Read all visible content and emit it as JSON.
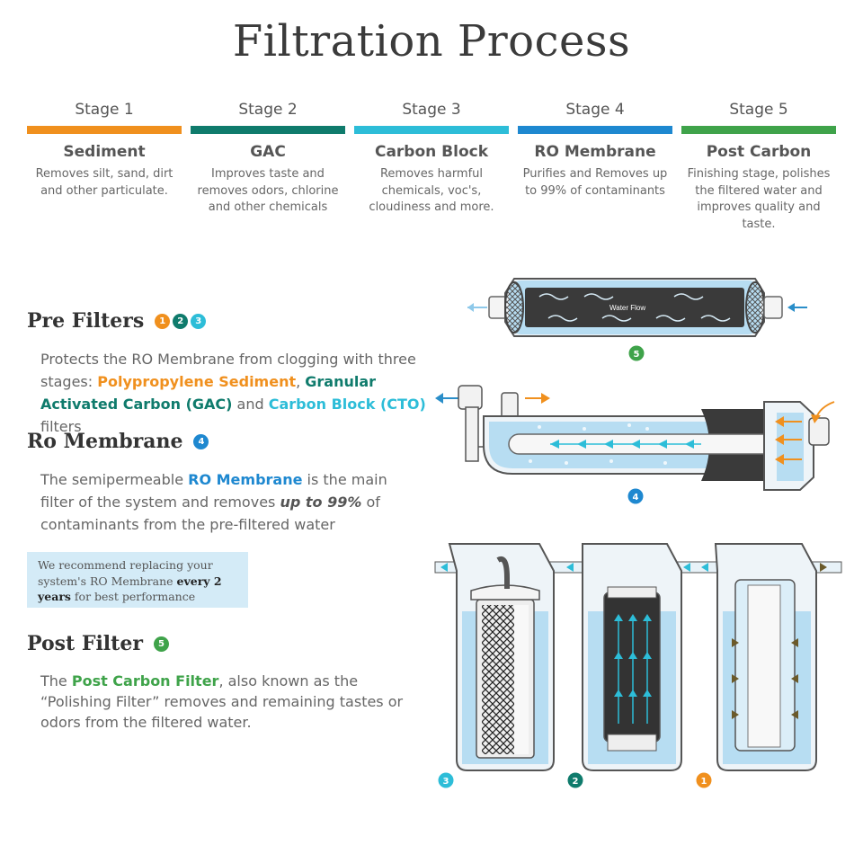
{
  "title": "Filtration Process",
  "colors": {
    "orange": "#f0901e",
    "teal": "#0f7b6c",
    "cyan": "#2dbdd8",
    "blue": "#1e88d0",
    "green": "#3fa34a",
    "tip_bg": "#d4ebf7"
  },
  "stages": [
    {
      "label": "Stage 1",
      "name": "Sediment",
      "desc": "Removes silt, sand, dirt and other particulate.",
      "color": "#f0901e"
    },
    {
      "label": "Stage 2",
      "name": "GAC",
      "desc": "Improves taste and removes odors, chlorine and other chemicals",
      "color": "#0f7b6c"
    },
    {
      "label": "Stage 3",
      "name": "Carbon Block",
      "desc": "Removes harmful chemicals, voc's, cloudiness and more.",
      "color": "#2dbdd8"
    },
    {
      "label": "Stage 4",
      "name": "RO Membrane",
      "desc": "Purifies and Removes up to 99% of contaminants",
      "color": "#1e88d0"
    },
    {
      "label": "Stage 5",
      "name": "Post Carbon",
      "desc": "Finishing stage, polishes the filtered water and improves quality and taste.",
      "color": "#3fa34a"
    }
  ],
  "pre_filters": {
    "title": "Pre Filters",
    "badges": [
      "1",
      "2",
      "3"
    ],
    "text_1": "Protects the RO Membrane from clogging with three stages: ",
    "hl_1": "Polypropylene Sediment",
    "text_2": ", ",
    "hl_2": "Granular Activated Carbon (GAC)",
    "text_3": " and ",
    "hl_3": "Carbon Block (CTO)",
    "text_4": " filters"
  },
  "ro_membrane": {
    "title": "Ro Membrane",
    "badge": "4",
    "text_1": "The semipermeable ",
    "hl_1": "RO Membrane",
    "text_2": " is the main filter of the system and removes ",
    "em_1": "up to 99%",
    "text_3": " of contaminants from the pre-filtered water"
  },
  "tip": {
    "text_1": "We recommend replacing your system's RO Membrane ",
    "bold": "every 2 years",
    "text_2": " for best performance"
  },
  "post_filter": {
    "title": "Post Filter",
    "badge": "5",
    "text_1": "The ",
    "hl_1": "Post Carbon Filter",
    "text_2": ", also known as the “Polishing Filter” removes and remaining tastes or odors from the filtered water."
  },
  "diagram": {
    "water_flow_label": "Water Flow",
    "post_badge": "5",
    "ro_badge": "4",
    "canister_badges": [
      "3",
      "2",
      "1"
    ]
  }
}
